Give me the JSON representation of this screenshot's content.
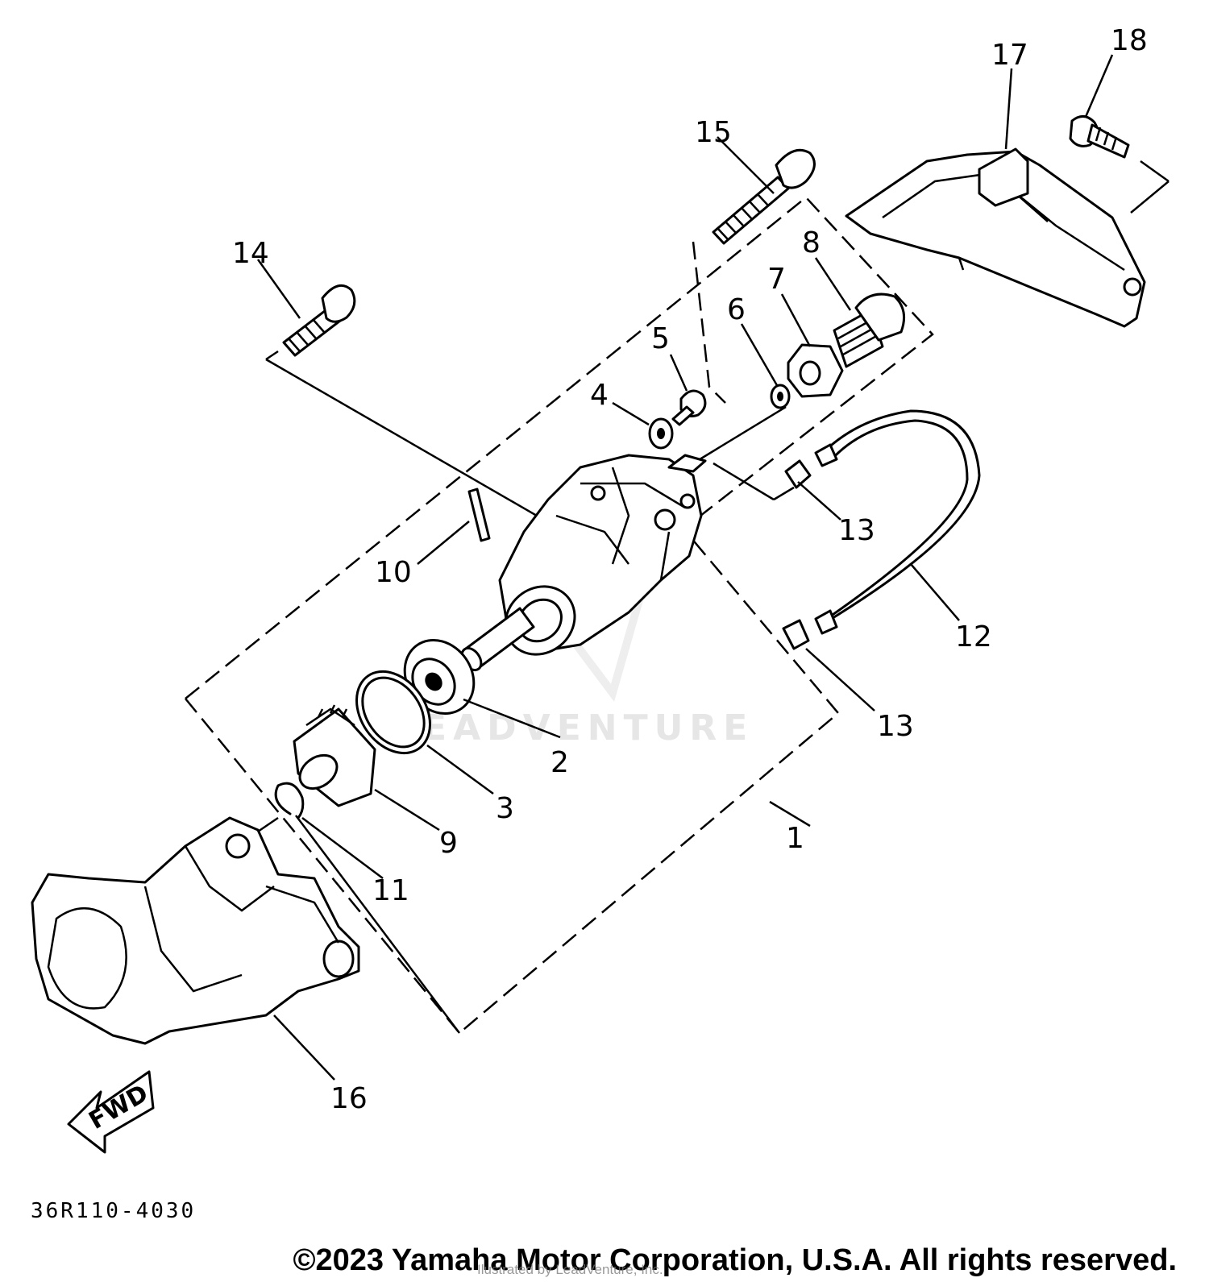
{
  "diagram": {
    "reference_code": "36R110-4030",
    "watermark": "LEADVENTURE",
    "direction_label": "FWD",
    "callouts": [
      "1",
      "2",
      "3",
      "4",
      "5",
      "6",
      "7",
      "8",
      "9",
      "10",
      "11",
      "12",
      "13",
      "13",
      "14",
      "15",
      "16",
      "17",
      "18"
    ]
  },
  "footer": {
    "copyright": "©2023 Yamaha Motor Corporation, U.S.A. All rights reserved.",
    "site_overlay": "Ilustrated by LeadVenture, Inc."
  }
}
